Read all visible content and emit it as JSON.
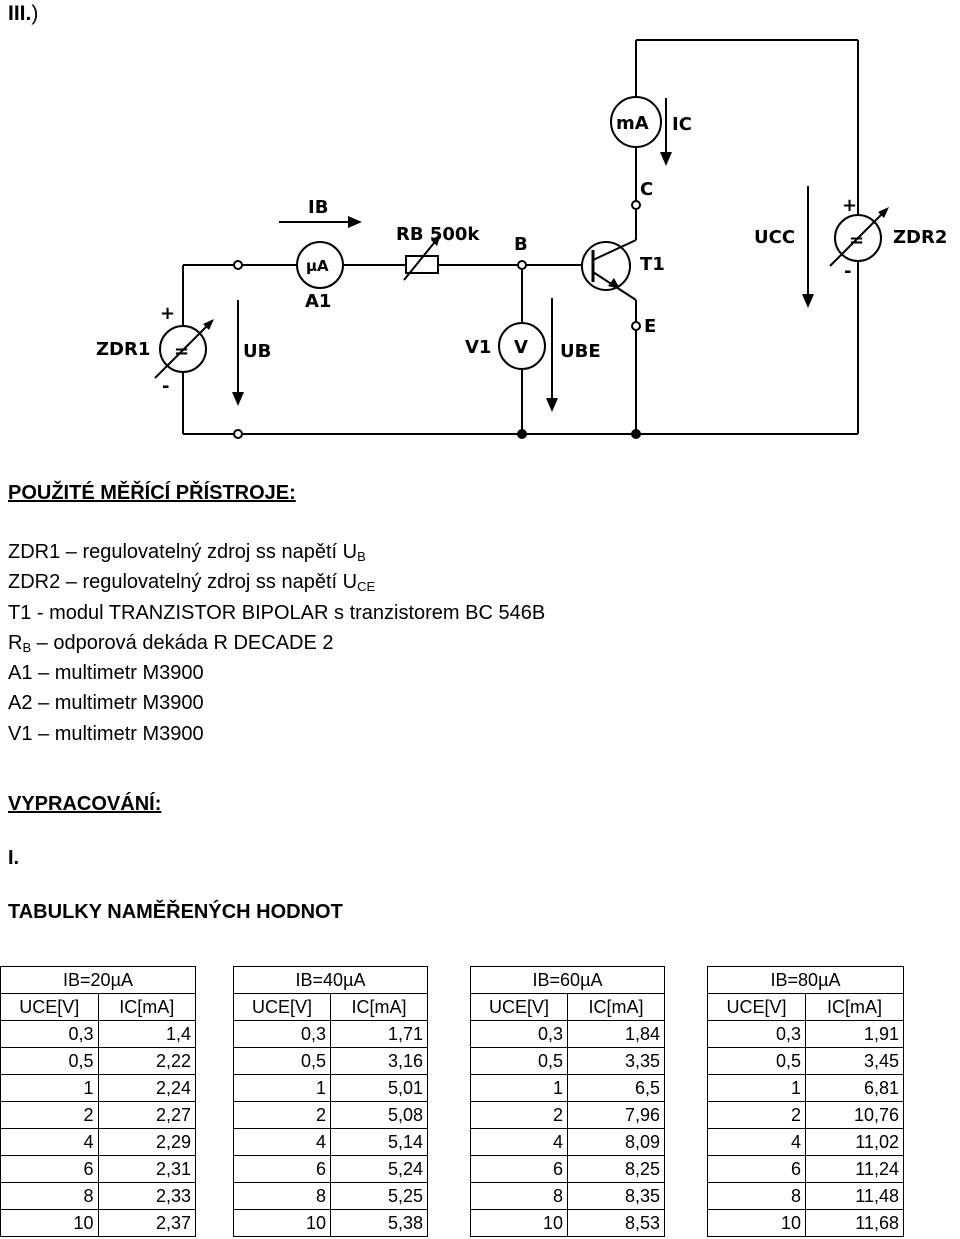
{
  "section_heading": {
    "num": "III.",
    "paren": ")"
  },
  "circuit": {
    "labels": {
      "zdr1": "ZDR1",
      "ub": "UB",
      "ib": "IB",
      "a1_meter": "µA",
      "a1": "A1",
      "rb": "RB 500k",
      "b": "B",
      "v1": "V1",
      "v_meter": "V",
      "ube": "UBE",
      "ma_meter": "mA",
      "ic": "IC",
      "c": "C",
      "t1": "T1",
      "e": "E",
      "ucc": "UCC",
      "zdr2": "ZDR2",
      "plus": "+",
      "minus": "-",
      "eq": "="
    }
  },
  "instruments": {
    "title": "POUŽITÉ MĚŘÍCÍ PŘÍSTROJE:",
    "lines": [
      {
        "text": "ZDR1 – regulovatelný zdroj ss napětí U",
        "sub": "B",
        "tail": ""
      },
      {
        "text": "ZDR2 – regulovatelný zdroj ss napětí U",
        "sub": "CE",
        "tail": ""
      },
      {
        "text": "T1 - modul TRANZISTOR BIPOLAR s tranzistorem BC 546B",
        "sub": "",
        "tail": ""
      },
      {
        "text": "R",
        "sub": "B",
        "tail": " – odporová dekáda R DECADE 2"
      },
      {
        "text": "A1 – multimetr M3900",
        "sub": "",
        "tail": ""
      },
      {
        "text": "A2 – multimetr M3900",
        "sub": "",
        "tail": ""
      },
      {
        "text": "V1 – multimetr M3900",
        "sub": "",
        "tail": ""
      }
    ]
  },
  "work": {
    "title": "VYPRACOVÁNÍ:",
    "roman": "I.",
    "tables_title": "TABULKY NAMĚŘENÝCH HODNOT"
  },
  "tables": [
    {
      "ib": "IB=20µA",
      "col1": "UCE[V]",
      "col2": "IC[mA]",
      "rows": [
        [
          "0,3",
          "1,4"
        ],
        [
          "0,5",
          "2,22"
        ],
        [
          "1",
          "2,24"
        ],
        [
          "2",
          "2,27"
        ],
        [
          "4",
          "2,29"
        ],
        [
          "6",
          "2,31"
        ],
        [
          "8",
          "2,33"
        ],
        [
          "10",
          "2,37"
        ]
      ]
    },
    {
      "ib": "IB=40µA",
      "col1": "UCE[V]",
      "col2": "IC[mA]",
      "rows": [
        [
          "0,3",
          "1,71"
        ],
        [
          "0,5",
          "3,16"
        ],
        [
          "1",
          "5,01"
        ],
        [
          "2",
          "5,08"
        ],
        [
          "4",
          "5,14"
        ],
        [
          "6",
          "5,24"
        ],
        [
          "8",
          "5,25"
        ],
        [
          "10",
          "5,38"
        ]
      ]
    },
    {
      "ib": "IB=60µA",
      "col1": "UCE[V]",
      "col2": "IC[mA]",
      "rows": [
        [
          "0,3",
          "1,84"
        ],
        [
          "0,5",
          "3,35"
        ],
        [
          "1",
          "6,5"
        ],
        [
          "2",
          "7,96"
        ],
        [
          "4",
          "8,09"
        ],
        [
          "6",
          "8,25"
        ],
        [
          "8",
          "8,35"
        ],
        [
          "10",
          "8,53"
        ]
      ]
    },
    {
      "ib": "IB=80µA",
      "col1": "UCE[V]",
      "col2": "IC[mA]",
      "rows": [
        [
          "0,3",
          "1,91"
        ],
        [
          "0,5",
          "3,45"
        ],
        [
          "1",
          "6,81"
        ],
        [
          "2",
          "10,76"
        ],
        [
          "4",
          "11,02"
        ],
        [
          "6",
          "11,24"
        ],
        [
          "8",
          "11,48"
        ],
        [
          "10",
          "11,68"
        ]
      ]
    }
  ]
}
